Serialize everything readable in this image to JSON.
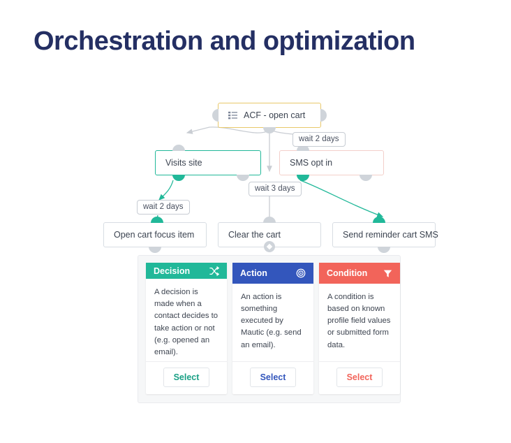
{
  "page": {
    "title": "Orchestration and optimization",
    "title_color": "#242f63",
    "background": "#ffffff"
  },
  "diagram": {
    "nodes": [
      {
        "id": "trigger",
        "label": "ACF - open cart",
        "icon": "list-icon",
        "border_color": "#e8c86a",
        "type": "trigger"
      },
      {
        "id": "visits-site",
        "label": "Visits site",
        "border_color": "#21b899",
        "type": "decision"
      },
      {
        "id": "sms-opt-in",
        "label": "SMS opt in",
        "border_color": "#f3cfca",
        "type": "condition"
      },
      {
        "id": "open-cart-focus-item",
        "label": "Open cart focus item",
        "border_color": "#d8dde3",
        "type": "action"
      },
      {
        "id": "clear-the-cart",
        "label": "Clear the cart",
        "border_color": "#d8dde3",
        "type": "action"
      },
      {
        "id": "send-reminder-cart-sms",
        "label": "Send reminder cart SMS",
        "border_color": "#d8dde3",
        "type": "action"
      }
    ],
    "edge_labels": [
      {
        "id": "wait-2-days-top",
        "label": "wait 2 days"
      },
      {
        "id": "wait-3-days",
        "label": "wait 3 days"
      },
      {
        "id": "wait-2-days-left",
        "label": "wait 2 days"
      }
    ],
    "colors": {
      "edge_gray": "#c9cdd3",
      "edge_teal": "#21b899",
      "handle_gray": "#cfd4da",
      "handle_teal": "#21b899"
    }
  },
  "card_panel": {
    "cards": [
      {
        "id": "decision",
        "title": "Decision",
        "icon": "shuffle-icon",
        "header_color": "#21b899",
        "body": "A decision is made when a contact decides to take action or not (e.g. opened an email).",
        "select_label": "Select",
        "select_color": "#1aa085"
      },
      {
        "id": "action",
        "title": "Action",
        "icon": "bullseye-icon",
        "header_color": "#3356bc",
        "body": "An action is something executed by Mautic (e.g. send an email).",
        "select_label": "Select",
        "select_color": "#3356bc"
      },
      {
        "id": "condition",
        "title": "Condition",
        "icon": "filter-icon",
        "header_color": "#f2645a",
        "body": "A condition is based on known profile field values or submitted form data.",
        "select_label": "Select",
        "select_color": "#f2645a"
      }
    ]
  }
}
